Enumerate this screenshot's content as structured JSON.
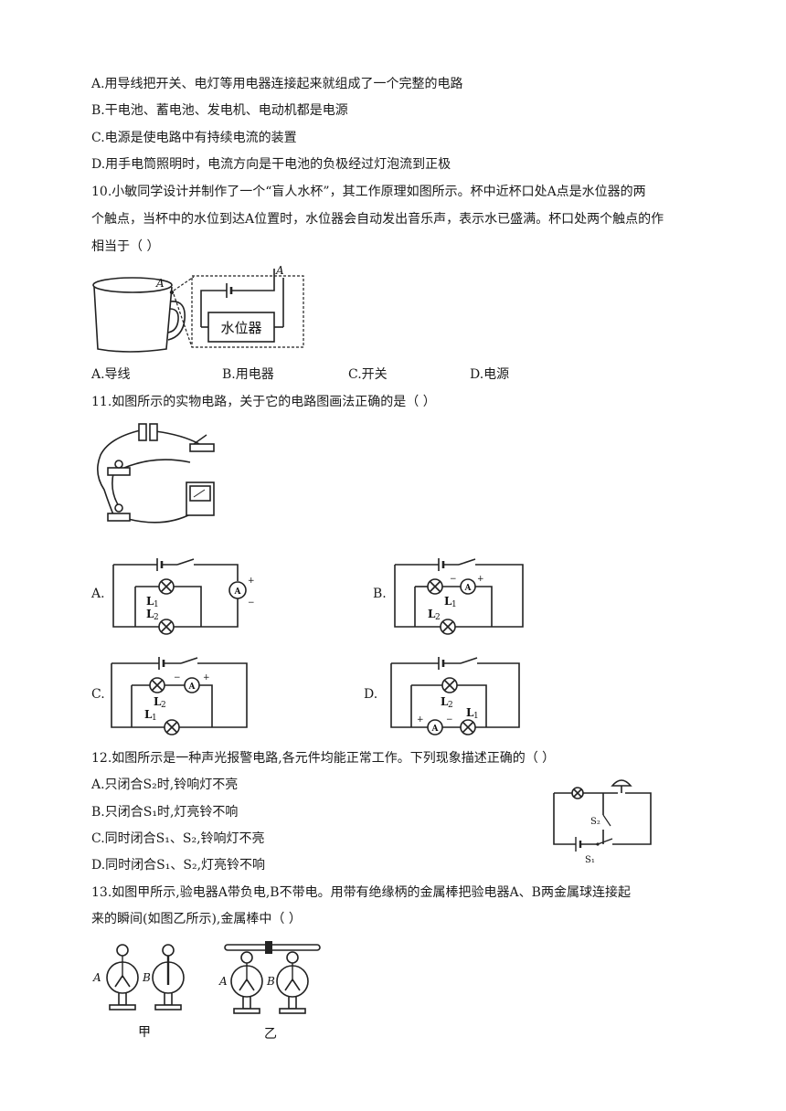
{
  "q9": {
    "options": [
      "A.用导线把开关、电灯等用电器连接起来就组成了一个完整的电路",
      "B.干电池、蓄电池、发电机、电动机都是电源",
      "C.电源是使电路中有持续电流的装置",
      "D.用手电筒照明时，电流方向是干电池的负极经过灯泡流到正极"
    ]
  },
  "q10": {
    "stem": [
      "10.小敏同学设计并制作了一个“盲人水杯”，其工作原理如图所示。杯中近杯口处A点是水位器的两",
      "个触点，当杯中的水位到达A位置时，水位器会自动发出音乐声，表示水已盛满。杯口处两个触点的作",
      "相当于（    ）"
    ],
    "figure": {
      "point_label": "A",
      "device_label": "水位器"
    },
    "options": [
      "A.导线",
      "B.用电器",
      "C.开关",
      "D.电源"
    ]
  },
  "q11": {
    "stem": "11.如图所示的实物电路，关于它的电路图画法正确的是（          ）",
    "options": [
      "A.",
      "B.",
      "C.",
      "D."
    ],
    "symbols": {
      "lamp1": "L",
      "lamp2": "L",
      "sub1": "1",
      "sub2": "2",
      "ammeter": "A",
      "plus": "+",
      "minus": "−"
    }
  },
  "q12": {
    "stem": "12.如图所示是一种声光报警电路,各元件均能正常工作。下列现象描述正确的（    ）",
    "options": [
      "A.只闭合S₂时,铃响灯不亮",
      "B.只闭合S₁时,灯亮铃不响",
      "C.同时闭合S₁、S₂,铃响灯不亮",
      "D.同时闭合S₁、S₂,灯亮铃不响"
    ],
    "figure": {
      "s1": "S₁",
      "s2": "S₂"
    }
  },
  "q13": {
    "stem": [
      "13.如图甲所示,验电器A带负电,B不带电。用带有绝缘柄的金属棒把验电器A、B两金属球连接起",
      "来的瞬间(如图乙所示),金属棒中（    ）"
    ],
    "figure": {
      "label_a": "A",
      "label_b": "B",
      "caption_left": "甲",
      "caption_right": "乙"
    }
  }
}
